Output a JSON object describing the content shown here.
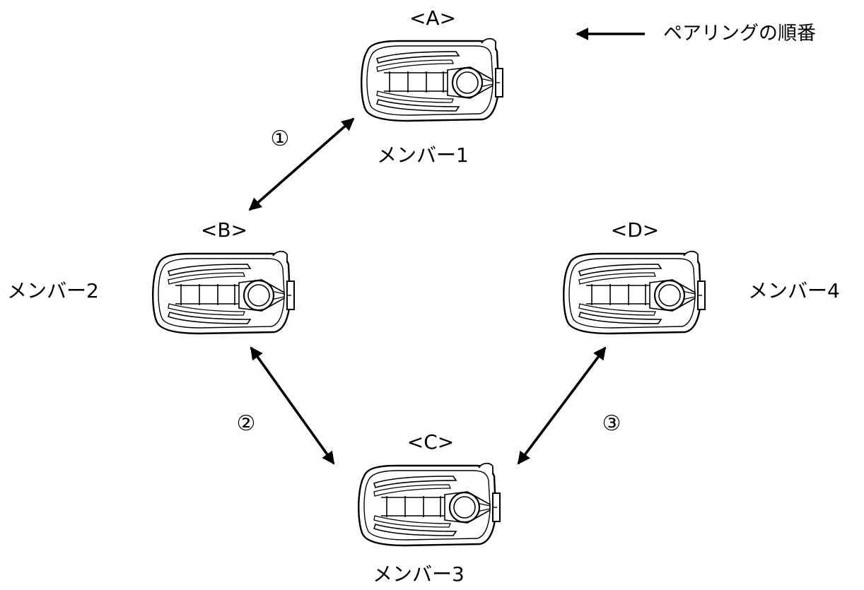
{
  "legend": {
    "text": "ペアリングの順番"
  },
  "devices": [
    {
      "tag": "<A>",
      "member": "メンバー1"
    },
    {
      "tag": "<B>",
      "member": "メンバー2"
    },
    {
      "tag": "<C>",
      "member": "メンバー3"
    },
    {
      "tag": "<D>",
      "member": "メンバー4"
    }
  ],
  "pairings": [
    {
      "step": "①",
      "from": "<A>",
      "to": "<B>"
    },
    {
      "step": "②",
      "from": "<B>",
      "to": "<C>"
    },
    {
      "step": "③",
      "from": "<C>",
      "to": "<D>"
    }
  ]
}
